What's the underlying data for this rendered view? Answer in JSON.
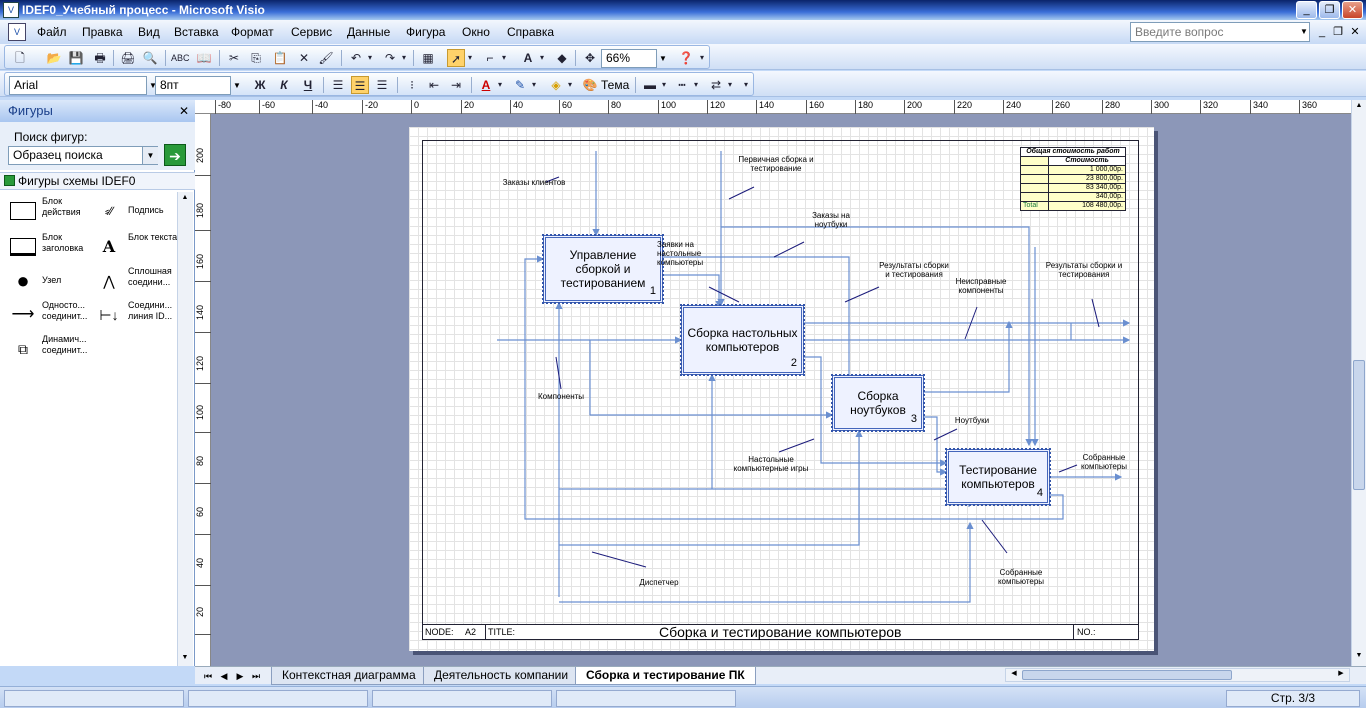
{
  "window": {
    "title": "IDEF0_Учебный процесс - Microsoft Visio"
  },
  "menu": [
    "Файл",
    "Правка",
    "Вид",
    "Вставка",
    "Формат",
    "Сервис",
    "Данные",
    "Фигура",
    "Окно",
    "Справка"
  ],
  "help": {
    "placeholder": "Введите вопрос"
  },
  "toolbar": {
    "zoom": "66%",
    "font": "Arial",
    "size": "8пт",
    "theme_label": "Тема",
    "bold": "Ж",
    "italic": "К",
    "underline": "Ч"
  },
  "shapes_panel": {
    "title": "Фигуры",
    "search_label": "Поиск фигур:",
    "search_value": "Образец поиска",
    "stencil": "Фигуры схемы IDEF0",
    "items": [
      {
        "label": "Блок действия",
        "icon": "activity-box-icon"
      },
      {
        "label": "Подпись",
        "icon": "signature-icon"
      },
      {
        "label": "Блок заголовка",
        "icon": "title-block-icon"
      },
      {
        "label": "Блок текста...",
        "icon": "text-block-icon"
      },
      {
        "label": "Узел",
        "icon": "node-icon"
      },
      {
        "label": "Сплошная соедини...",
        "icon": "solid-connector-icon"
      },
      {
        "label": "Односто... соединит...",
        "icon": "one-way-connector-icon"
      },
      {
        "label": "Соедини... линия ID...",
        "icon": "connector-line-icon"
      },
      {
        "label": "Динамич... соединит...",
        "icon": "dynamic-connector-icon"
      }
    ]
  },
  "rulers": {
    "h": [
      "-80",
      "-60",
      "-40",
      "-20",
      "0",
      "20",
      "40",
      "60",
      "80",
      "100",
      "120",
      "140",
      "160",
      "180",
      "200",
      "220",
      "240",
      "260",
      "280",
      "300",
      "320",
      "340",
      "360"
    ],
    "v": [
      "200",
      "180",
      "160",
      "140",
      "120",
      "100",
      "80",
      "60",
      "40",
      "20"
    ]
  },
  "diagram": {
    "boxes": [
      {
        "name": "Управление сборкой и тестированием",
        "num": "1"
      },
      {
        "name": "Сборка настольных компьютеров",
        "num": "2"
      },
      {
        "name": "Сборка ноутбуков",
        "num": "3"
      },
      {
        "name": "Тестирование компьютеров",
        "num": "4"
      }
    ],
    "labels": {
      "orders": "Заказы клиентов",
      "primary": "Первичная сборка и тестирование",
      "laptop_orders": "Заказы на ноутбуки",
      "desktop_orders": "Заявки на настольные компьютеры",
      "results1": "Результаты сборки и тестирования",
      "faulty": "Неисправные компоненты",
      "results2": "Результаты сборки и тестирования",
      "components": "Компоненты",
      "laptops": "Ноутбуки",
      "desktops_games": "Настольные компьютерные игры",
      "assembled1": "Собранные компьютеры",
      "assembled2": "Собранные компьютеры",
      "dispatcher": "Диспетчер"
    },
    "cost_table": {
      "title": "Общая стоимость работ",
      "header": "Стоимость",
      "rows": [
        "1 000,00р.",
        "23 800,00р.",
        "83 340,00р.",
        "340,00р."
      ],
      "total_label": "Total",
      "total": "108 480,00р."
    },
    "frame": {
      "node": "NODE:",
      "node_val": "A2",
      "title_label": "TITLE:",
      "title": "Сборка и тестирование компьютеров",
      "no": "NO.:"
    }
  },
  "tabs": [
    {
      "label": "Контекстная диаграмма"
    },
    {
      "label": "Деятельность компании"
    },
    {
      "label": "Сборка и тестирование ПК"
    }
  ],
  "status": {
    "page": "Стр. 3/3"
  },
  "colors": {
    "accent": "#3a6ed8",
    "arrow": "#6a8fd0"
  }
}
